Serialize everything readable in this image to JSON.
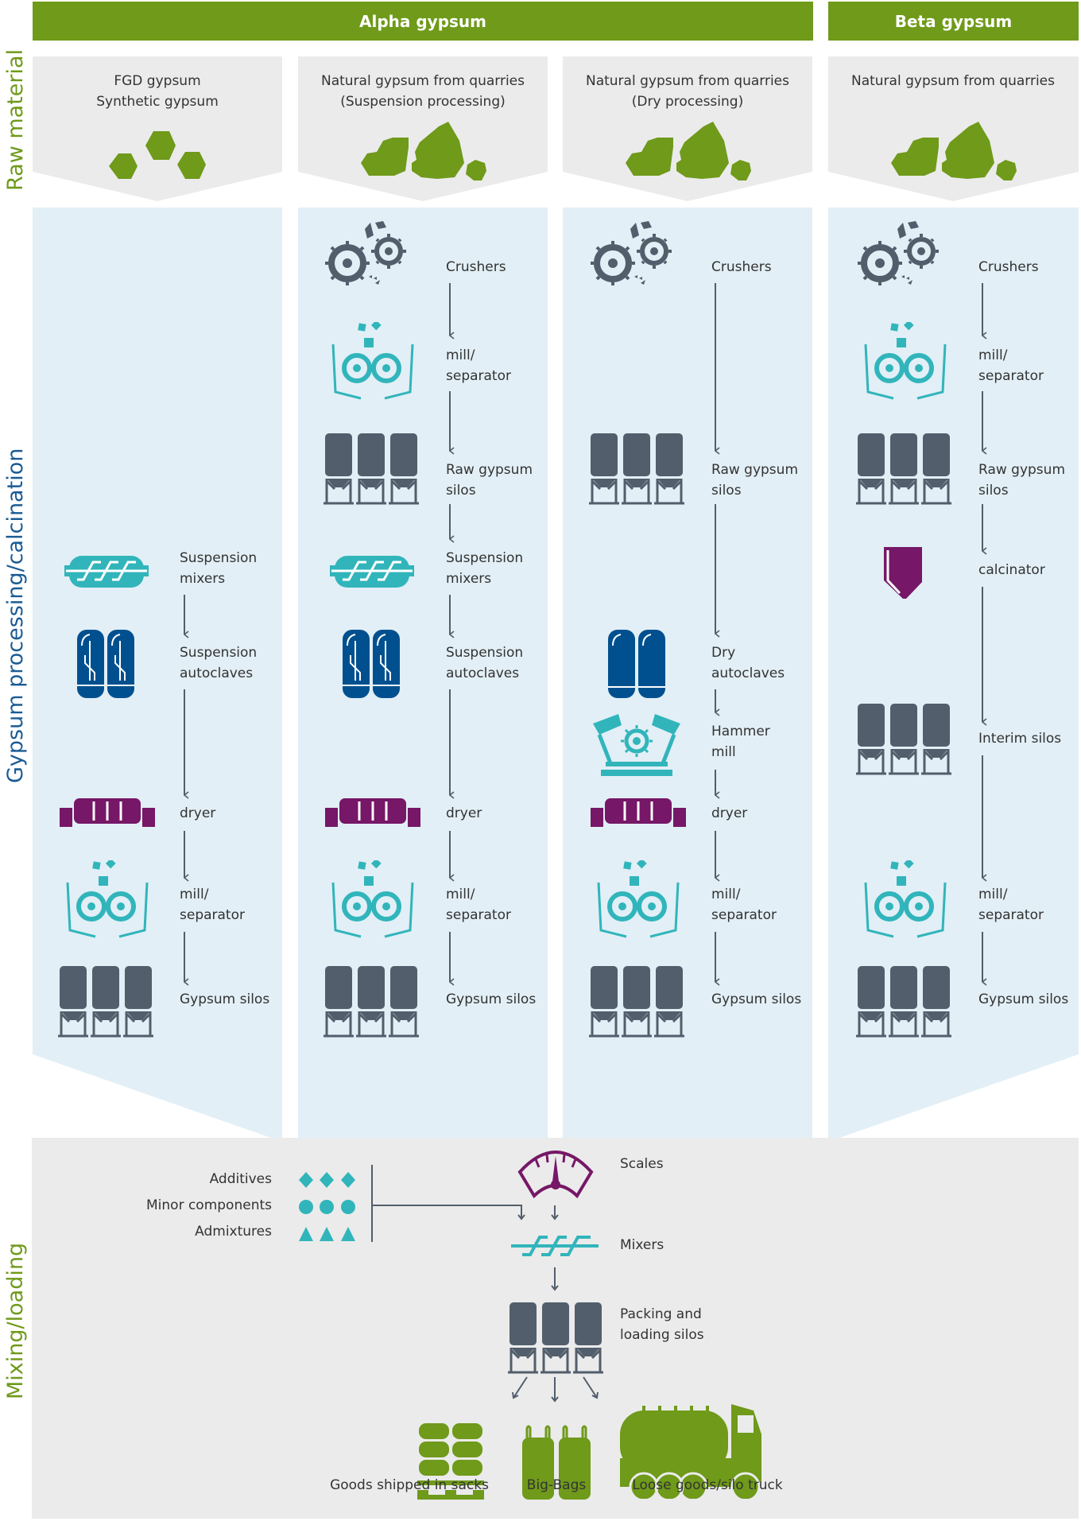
{
  "colors": {
    "green": "#6f9a1a",
    "raw_gray": "#ebebeb",
    "process_blue_bg": "#e2eff6",
    "slate": "#525e6b",
    "teal": "#31b5bb",
    "navy": "#00508f",
    "purple": "#761767",
    "side_blue": "#1a5b94"
  },
  "headers": {
    "alpha": "Alpha gypsum",
    "beta": "Beta gypsum"
  },
  "side_labels": {
    "raw": "Raw material",
    "processing": "Gypsum processing/calcination",
    "mixing": "Mixing/loading"
  },
  "columns": [
    {
      "raw_lines": [
        "FGD gypsum",
        "Synthetic gypsum"
      ],
      "raw_icon": "hexagon-crystals-icon",
      "steps": [
        {
          "icon": "suspension-mixer-icon",
          "lines": [
            "Suspension",
            "mixers"
          ]
        },
        {
          "icon": "suspension-autoclave-icon",
          "lines": [
            "Suspension",
            "autoclaves"
          ]
        },
        {
          "icon": "dryer-icon",
          "lines": [
            "dryer"
          ]
        },
        {
          "icon": "mill-separator-icon",
          "lines": [
            "mill/",
            "separator"
          ]
        },
        {
          "icon": "silos-icon",
          "lines": [
            "Gypsum silos"
          ]
        }
      ]
    },
    {
      "raw_lines": [
        "Natural gypsum from quarries",
        "(Suspension processing)"
      ],
      "raw_icon": "rocks-icon",
      "steps": [
        {
          "icon": "crushers-icon",
          "lines": [
            "Crushers"
          ]
        },
        {
          "icon": "mill-separator-icon",
          "lines": [
            "mill/",
            "separator"
          ]
        },
        {
          "icon": "silos-icon",
          "lines": [
            "Raw gypsum",
            "silos"
          ]
        },
        {
          "icon": "suspension-mixer-icon",
          "lines": [
            "Suspension",
            "mixers"
          ]
        },
        {
          "icon": "suspension-autoclave-icon",
          "lines": [
            "Suspension",
            "autoclaves"
          ]
        },
        {
          "icon": "dryer-icon",
          "lines": [
            "dryer"
          ]
        },
        {
          "icon": "mill-separator-icon",
          "lines": [
            "mill/",
            "separator"
          ]
        },
        {
          "icon": "silos-icon",
          "lines": [
            "Gypsum silos"
          ]
        }
      ]
    },
    {
      "raw_lines": [
        "Natural gypsum from quarries",
        "(Dry processing)"
      ],
      "raw_icon": "rocks-icon",
      "steps": [
        {
          "icon": "crushers-icon",
          "lines": [
            "Crushers"
          ]
        },
        {
          "icon": "silos-icon",
          "lines": [
            "Raw gypsum",
            "silos"
          ]
        },
        {
          "icon": "dry-autoclave-icon",
          "lines": [
            "Dry",
            "autoclaves"
          ]
        },
        {
          "icon": "hammer-mill-icon",
          "lines": [
            "Hammer",
            "mill"
          ]
        },
        {
          "icon": "dryer-icon",
          "lines": [
            "dryer"
          ]
        },
        {
          "icon": "mill-separator-icon",
          "lines": [
            "mill/",
            "separator"
          ]
        },
        {
          "icon": "silos-icon",
          "lines": [
            "Gypsum silos"
          ]
        }
      ]
    },
    {
      "raw_lines": [
        "Natural gypsum from quarries"
      ],
      "raw_icon": "rocks-icon",
      "steps": [
        {
          "icon": "crushers-icon",
          "lines": [
            "Crushers"
          ]
        },
        {
          "icon": "mill-separator-icon",
          "lines": [
            "mill/",
            "separator"
          ]
        },
        {
          "icon": "silos-icon",
          "lines": [
            "Raw gypsum",
            "silos"
          ]
        },
        {
          "icon": "calcinator-icon",
          "lines": [
            "calcinator"
          ]
        },
        {
          "icon": "silos-icon",
          "lines": [
            "Interim silos"
          ]
        },
        {
          "icon": "mill-separator-icon",
          "lines": [
            "mill/",
            "separator"
          ]
        },
        {
          "icon": "silos-icon",
          "lines": [
            "Gypsum silos"
          ]
        }
      ]
    }
  ],
  "mixing": {
    "inputs": [
      {
        "label": "Additives",
        "icon": "diamond-icon"
      },
      {
        "label": "Minor components",
        "icon": "circle-icon"
      },
      {
        "label": "Admixtures",
        "icon": "triangle-icon"
      }
    ],
    "steps": [
      {
        "icon": "scales-icon",
        "lines": [
          "Scales"
        ]
      },
      {
        "icon": "mixers-icon",
        "lines": [
          "Mixers"
        ]
      },
      {
        "icon": "silos-icon",
        "lines": [
          "Packing and",
          "loading silos"
        ]
      }
    ],
    "outputs": [
      {
        "icon": "sacks-pallet-icon",
        "label": "Goods shipped in sacks"
      },
      {
        "icon": "big-bags-icon",
        "label": "Big-Bags"
      },
      {
        "icon": "silo-truck-icon",
        "label": "Loose goods/silo truck"
      }
    ]
  }
}
